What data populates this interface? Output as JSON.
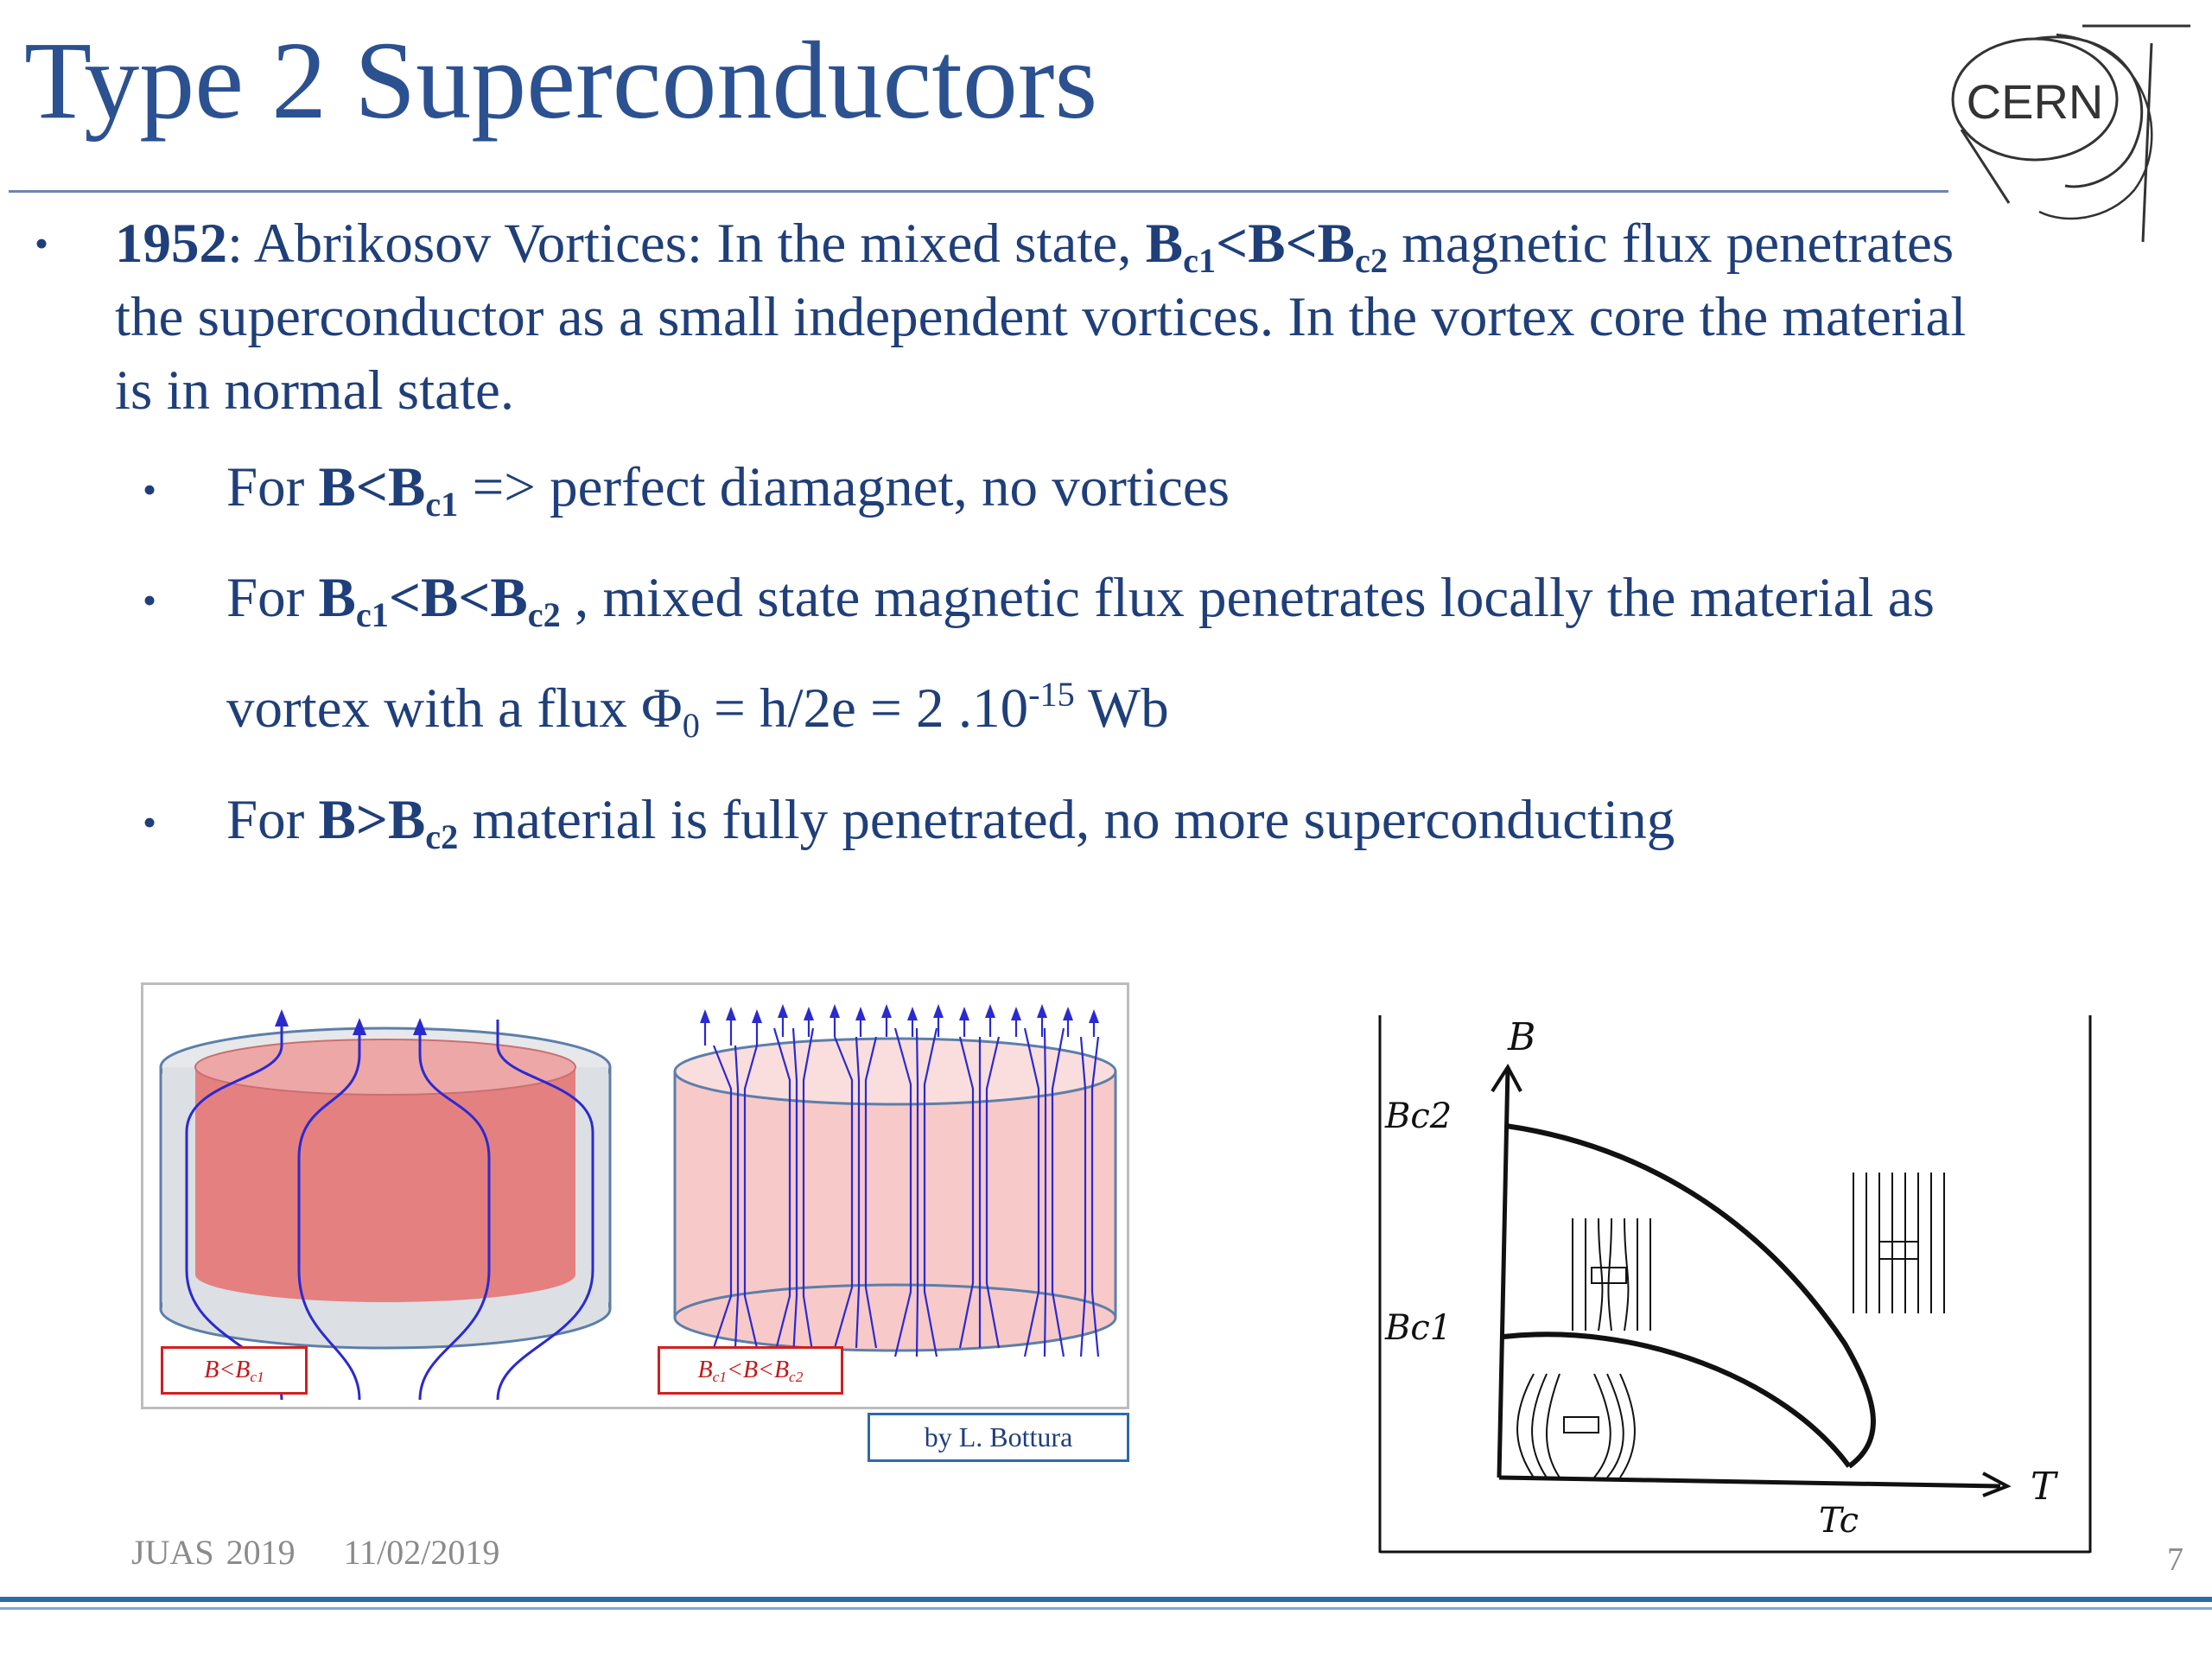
{
  "slide": {
    "title": "Type 2 Superconductors",
    "logo_text": "CERN",
    "bullet_main": {
      "year": "1952",
      "text_a": ": Abrikosov Vortices: In the mixed state, ",
      "b1": "B",
      "b1_sub": "c1",
      "lt1": "<B<B",
      "b2_sub": "c2",
      "text_b": " magnetic flux penetrates",
      "line2": "the superconductor as a small independent vortices. In the vortex core the  material",
      "line3": "is in normal state."
    },
    "sub_bullets": [
      {
        "prefix": "For ",
        "bold": "B<B",
        "sub": "c1",
        "rest": " => perfect diamagnet, no vortices"
      },
      {
        "prefix": "For ",
        "bold_a": "B",
        "sub_a": "c1",
        "bold_b": "<B<B",
        "sub_b": "c2",
        "rest": " , mixed state magnetic flux  penetrates locally the material as",
        "line2_a": "vortex with a flux Φ",
        "line2_sub": "0",
        "line2_b": " = h/2e = 2 .10",
        "line2_sup": "-15",
        "line2_c": " Wb"
      },
      {
        "prefix": "For ",
        "bold": "B>B",
        "sub": "c2",
        "rest": " material is fully penetrated, no more superconducting"
      }
    ],
    "figure_left": {
      "label_left": "B<B",
      "label_left_sub": "c1",
      "label_right_a": "B",
      "label_right_sub_a": "c1",
      "label_right_b": "<B<B",
      "label_right_sub_b": "c2",
      "credit": "by L. Bottura"
    },
    "figure_right": {
      "axis_y": "B",
      "axis_x": "T",
      "label_bc2": "Bc2",
      "label_bc1": "Bc1",
      "label_tc": "Tc"
    },
    "footer": {
      "event": "JUAS 2019",
      "date": "11/02/2019",
      "page": "7"
    }
  },
  "colors": {
    "title": "#2c5191",
    "text": "#1f3f7a",
    "flux": "#1a22c8",
    "sc_red": "#e57f7f",
    "footer_rule": "#2c6aa6"
  }
}
